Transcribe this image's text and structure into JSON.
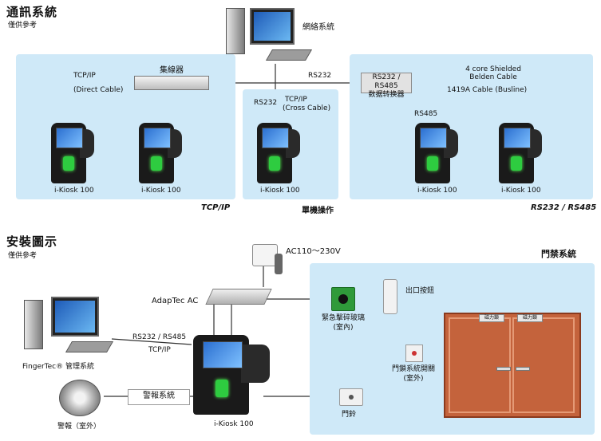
{
  "top": {
    "title": "通訊系統",
    "subtitle": "僅供參考",
    "network_label": "網絡系統",
    "hub_label": "集線器",
    "tcpip_label": "TCP/IP",
    "direct_cable": "(Direct Cable)",
    "rs232_main": "RS232",
    "rs232_standalone": "RS232",
    "tcpip_standalone": "TCP/IP",
    "cross_cable": "(Cross Cable)",
    "converter_line1": "RS232 / RS485",
    "converter_line2": "数据转换器",
    "cable_line1": "4 core Shielded",
    "cable_line2": "Belden Cable",
    "cable_line3": "1419A Cable (Busline)",
    "rs485": "RS485",
    "kiosks": [
      "i-Kiosk 100",
      "i-Kiosk 100",
      "i-Kiosk 100",
      "i-Kiosk 100",
      "i-Kiosk 100"
    ],
    "section_tcpip": "TCP/IP",
    "section_standalone": "單機操作",
    "section_rs": "RS232 / RS485"
  },
  "bottom": {
    "title": "安裝圖示",
    "subtitle": "僅供參考",
    "access_system": "門禁系統",
    "power_label": "AC110～230V",
    "adaptec_label": "AdapTec AC",
    "break_glass_line1": "緊急擊碎玻璃",
    "break_glass_line2": "(室內)",
    "exit_button": "出口按鈕",
    "door_switch_line1": "門鎖系統開關",
    "door_switch_line2": "(室外)",
    "software_label": "FingerTec® 管理系統",
    "comm_line1": "RS232 / RS485",
    "comm_line2": "TCP/IP",
    "alarm_system": "警報系統",
    "alarm_outdoor": "警報（室外）",
    "kiosk": "i-Kiosk 100",
    "doorbell": "門鈴",
    "maglock_left": "磁力鎖",
    "maglock_right": "磁力鎖"
  }
}
